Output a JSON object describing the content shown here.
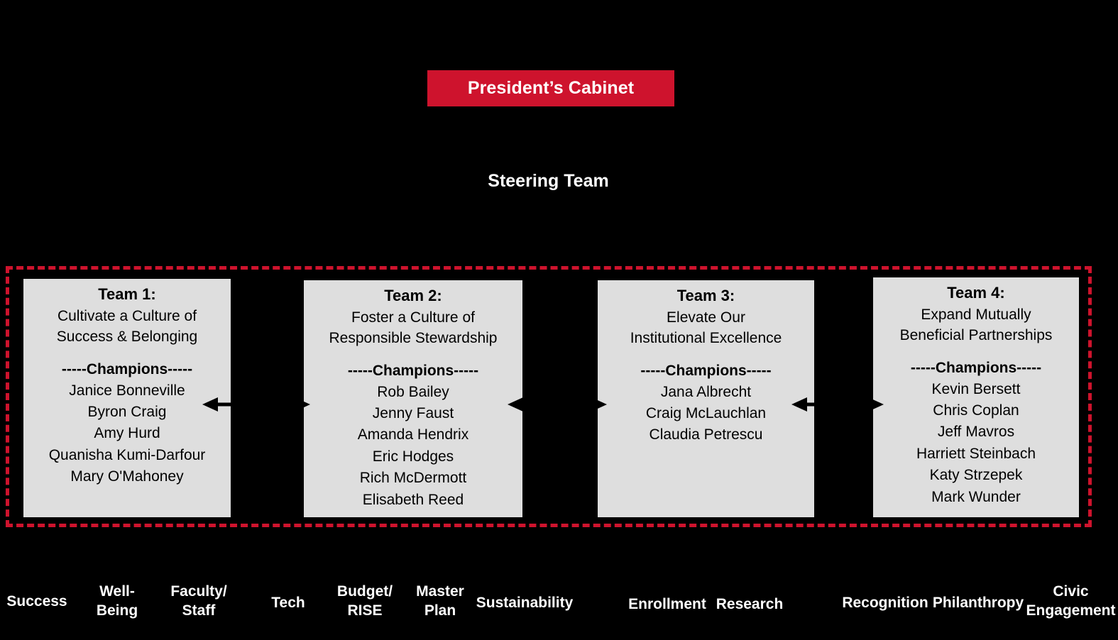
{
  "colors": {
    "background": "#000000",
    "accent_red": "#CE132D",
    "box_fill": "#DEDEDE",
    "text_light": "#FFFFFF",
    "text_dark": "#000000"
  },
  "header": {
    "cabinet_label": "President’s Cabinet",
    "steering_label": "Steering Team"
  },
  "teams": [
    {
      "title": "Team 1:",
      "goal_lines": [
        "Cultivate a Culture of",
        "Success & Belonging"
      ],
      "champions_header": "-----Champions-----",
      "champions": [
        "Janice Bonneville",
        "Byron Craig",
        "Amy Hurd",
        "Quanisha Kumi-Darfour",
        "Mary O'Mahoney"
      ]
    },
    {
      "title": "Team 2:",
      "goal_lines": [
        "Foster a Culture of",
        "Responsible Stewardship"
      ],
      "champions_header": "-----Champions-----",
      "champions": [
        "Rob Bailey",
        "Jenny Faust",
        "Amanda Hendrix",
        "Eric Hodges",
        "Rich McDermott",
        "Elisabeth Reed"
      ]
    },
    {
      "title": "Team 3:",
      "goal_lines": [
        "Elevate Our",
        "Institutional Excellence"
      ],
      "champions_header": "-----Champions-----",
      "champions": [
        "Jana Albrecht",
        "Craig McLauchlan",
        "Claudia Petrescu"
      ]
    },
    {
      "title": "Team 4:",
      "goal_lines": [
        "Expand Mutually",
        "Beneficial Partnerships"
      ],
      "champions_header": "-----Champions-----",
      "champions": [
        "Kevin Bersett",
        "Chris Coplan",
        "Jeff Mavros",
        "Harriett Steinbach",
        "Katy Strzepek",
        "Mark Wunder"
      ]
    }
  ],
  "connectors": [
    {
      "name": "arrow-team1-team2",
      "style": "double-headed"
    },
    {
      "name": "arrow-team2-team3",
      "style": "double-headed"
    },
    {
      "name": "arrow-team3-team4",
      "style": "double-headed"
    }
  ],
  "pillars": [
    {
      "lines": [
        "Success"
      ]
    },
    {
      "lines": [
        "Well-",
        "Being"
      ]
    },
    {
      "lines": [
        "Faculty/",
        "Staff"
      ]
    },
    {
      "lines": [
        "Tech"
      ]
    },
    {
      "lines": [
        "Budget/",
        "RISE"
      ]
    },
    {
      "lines": [
        "Master",
        "Plan"
      ]
    },
    {
      "lines": [
        "Sustainability"
      ]
    },
    {
      "lines": [
        "Enrollment"
      ]
    },
    {
      "lines": [
        "Research"
      ]
    },
    {
      "lines": [
        "Recognition"
      ]
    },
    {
      "lines": [
        "Philanthropy"
      ]
    },
    {
      "lines": [
        "Civic",
        "Engagement"
      ]
    }
  ]
}
